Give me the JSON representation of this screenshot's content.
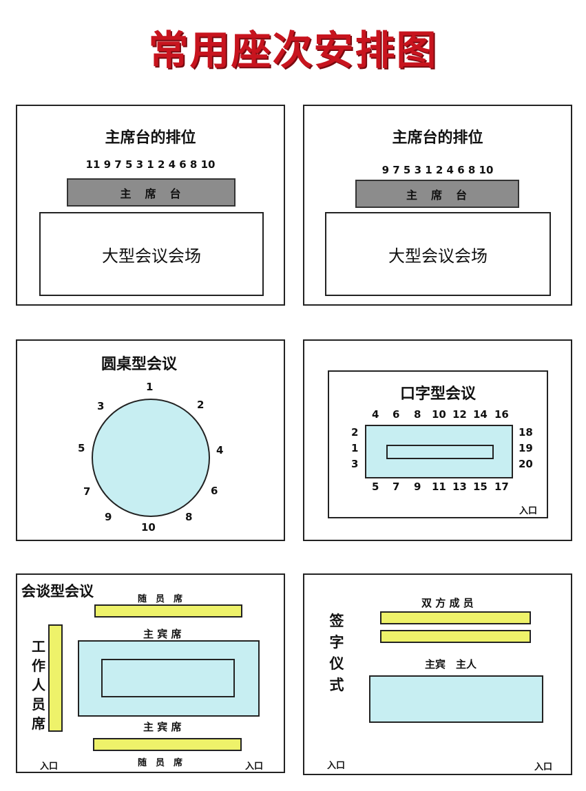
{
  "title": "常用座次安排图",
  "panel1": {
    "title": "主席台的排位",
    "seats": "11 9 7 5 3 1 2 4 6 8 10",
    "dais": "主　席　台",
    "hall": "大型会议会场"
  },
  "panel2": {
    "title": "主席台的排位",
    "seats": "9 7 5 3 1 2 4 6 8 10",
    "dais": "主　席　台",
    "hall": "大型会议会场"
  },
  "panel3": {
    "title": "圆桌型会议",
    "seats": [
      "1",
      "2",
      "3",
      "4",
      "5",
      "6",
      "7",
      "8",
      "9",
      "10"
    ]
  },
  "panel4": {
    "title": "口字型会议",
    "top": [
      "4",
      "6",
      "8",
      "10",
      "12",
      "14",
      "16"
    ],
    "bottom": [
      "5",
      "7",
      "9",
      "11",
      "13",
      "15",
      "17"
    ],
    "left": [
      "2",
      "1",
      "3"
    ],
    "right": [
      "18",
      "19",
      "20"
    ],
    "entrance": "入口"
  },
  "panel5": {
    "title": "会谈型会议",
    "follower_top": "随　员　席",
    "host_top": "主 宾 席",
    "host_bottom": "主 宾 席",
    "follower_bottom": "随　员　席",
    "staff": [
      "工",
      "作",
      "人",
      "员",
      "席"
    ],
    "entrance_left": "入口",
    "entrance_right": "入口"
  },
  "panel6": {
    "title": [
      "签",
      "字",
      "仪",
      "式"
    ],
    "members": "双 方 成 员",
    "host": "主宾　主人",
    "entrance_left": "入口",
    "entrance_right": "入口"
  },
  "colors": {
    "title": "#c8141e",
    "table": "#c7eef2",
    "bench": "#eef26a",
    "dais": "#8c8c8c"
  }
}
